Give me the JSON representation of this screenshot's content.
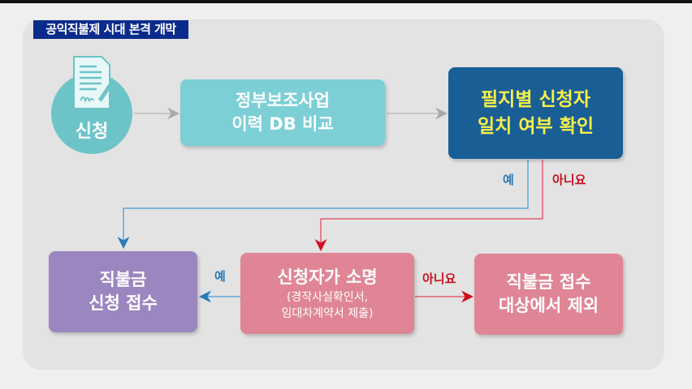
{
  "header": {
    "title": "공익직불제 시대 본격 개막"
  },
  "flow": {
    "apply": {
      "label": "신청",
      "icon": "document-pen-icon"
    },
    "compare": {
      "line1": "정부보조사업",
      "line2": "이력 DB 비교"
    },
    "check": {
      "line1": "필지별 신청자",
      "line2": "일치 여부 확인"
    },
    "accept": {
      "line1": "직불금",
      "line2": "신청 접수"
    },
    "explain": {
      "line1": "신청자가 소명",
      "line2": "(경작사실확인서,",
      "line3": "임대차계약서 제출)"
    },
    "exclude": {
      "line1": "직불금 접수",
      "line2": "대상에서 제외"
    },
    "yes1": "예",
    "no1": "아니요",
    "yes2": "예",
    "no2": "아니요"
  },
  "colors": {
    "teal": "#7dcfd6",
    "navy": "#1a5e96",
    "yellow": "#f5f04a",
    "purple": "#9b86c0",
    "pink": "#e08595",
    "yes": "#2a7ab8",
    "no": "#c8101e"
  }
}
